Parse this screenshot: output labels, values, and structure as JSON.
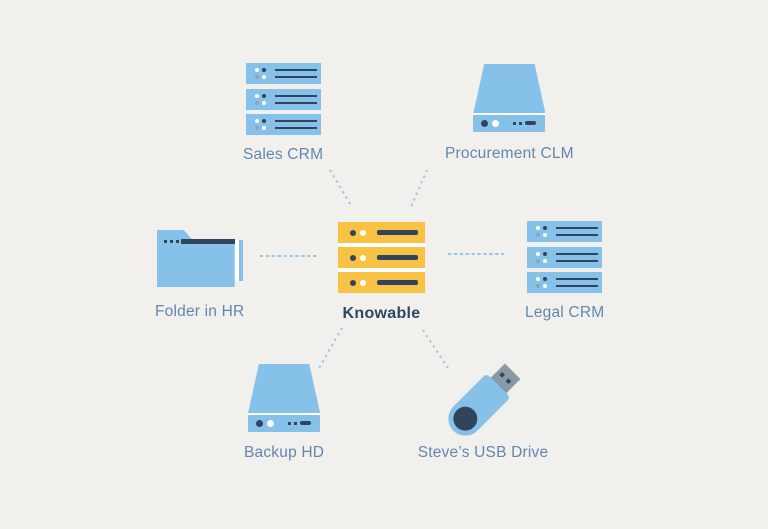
{
  "diagram": {
    "center_node": {
      "label": "Knowable",
      "icon": "server-stack-yellow"
    },
    "nodes": [
      {
        "label": "Sales CRM",
        "icon": "server-stack"
      },
      {
        "label": "Procurement CLM",
        "icon": "hard-drive"
      },
      {
        "label": "Folder in HR",
        "icon": "folder"
      },
      {
        "label": "Legal CRM",
        "icon": "server-stack"
      },
      {
        "label": "Backup HD",
        "icon": "hard-drive"
      },
      {
        "label": "Steve’s USB Drive",
        "icon": "usb-drive"
      }
    ],
    "edges": [
      {
        "from": "Knowable",
        "to": "Sales CRM"
      },
      {
        "from": "Knowable",
        "to": "Procurement CLM"
      },
      {
        "from": "Knowable",
        "to": "Folder in HR"
      },
      {
        "from": "Knowable",
        "to": "Legal CRM"
      },
      {
        "from": "Knowable",
        "to": "Backup HD"
      },
      {
        "from": "Knowable",
        "to": "Steve’s USB Drive"
      }
    ],
    "colors": {
      "background": "#f1f0ec",
      "icon_blue": "#85c1e8",
      "icon_yellow": "#f8c344",
      "detail_navy": "#2e455c",
      "label_text": "#6287af",
      "center_label_text": "#2e4760",
      "connector": "#93c6ec",
      "usb_connector_gray": "#8a99a8"
    }
  }
}
